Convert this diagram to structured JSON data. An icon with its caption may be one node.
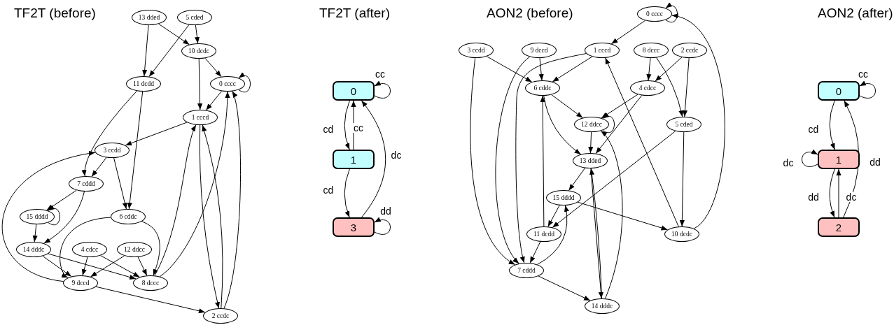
{
  "diagram": {
    "nodes": [
      {
        "text": [
          "13 dded"
        ]
      },
      {
        "text": [
          "5 cded"
        ]
      },
      {
        "text": [
          "10 dcdc"
        ]
      },
      {
        "text": [
          "11 dcdd"
        ]
      },
      {
        "text": [
          "0 cccc"
        ]
      },
      {
        "text": [
          "1 cccd"
        ]
      },
      {
        "text": [
          "3 ccdd"
        ]
      },
      {
        "text": [
          "7 cddd"
        ]
      },
      {
        "text": [
          "15 dddd"
        ]
      },
      {
        "text": [
          "6 cddc"
        ]
      },
      {
        "text": [
          "14 dddc"
        ]
      },
      {
        "text": [
          "4 cdcc"
        ]
      },
      {
        "text": [
          "12 ddcc"
        ]
      },
      {
        "text": [
          "9 dccd"
        ]
      },
      {
        "text": [
          "8 dccc"
        ]
      },
      {
        "text": [
          "2 ccdc"
        ]
      },
      {
        "text": [
          "0"
        ]
      },
      {
        "text": [
          "1"
        ]
      },
      {
        "text": [
          "3"
        ]
      },
      {
        "text": [
          "0 cccc"
        ]
      },
      {
        "text": [
          "3 ccdd"
        ]
      },
      {
        "text": [
          "9 dccd"
        ]
      },
      {
        "text": [
          "1 cccd"
        ]
      },
      {
        "text": [
          "8 dccc"
        ]
      },
      {
        "text": [
          "2 ccdc"
        ]
      },
      {
        "text": [
          "6 cddc"
        ]
      },
      {
        "text": [
          "4 cdcc"
        ]
      },
      {
        "text": [
          "12 ddcc"
        ]
      },
      {
        "text": [
          "5 cded"
        ]
      },
      {
        "text": [
          "13 dded"
        ]
      },
      {
        "text": [
          "15 dddd"
        ]
      },
      {
        "text": [
          "11 dcdd"
        ]
      },
      {
        "text": [
          "10 dcdc"
        ]
      },
      {
        "text": [
          "7 cddd"
        ]
      },
      {
        "text": [
          "14 dddc"
        ]
      },
      {
        "text": [
          "0"
        ]
      },
      {
        "text": [
          "1"
        ]
      },
      {
        "text": [
          "2"
        ]
      }
    ],
    "edges": [
      {
        "from": 0,
        "to": 3,
        "arrow": "to"
      },
      {
        "from": 0,
        "to": 2,
        "arrow": "to"
      },
      {
        "from": 1,
        "to": 2,
        "arrow": "to"
      },
      {
        "from": 1,
        "to": 3,
        "arrow": "to"
      },
      {
        "from": 2,
        "to": 5,
        "arrow": "to"
      },
      {
        "from": 2,
        "to": 4,
        "arrow": "to"
      },
      {
        "from": 4,
        "to": 4,
        "arrow": "to"
      },
      {
        "from": 4,
        "to": 5,
        "arrow": "to"
      },
      {
        "from": 5,
        "to": 6,
        "arrow": "to"
      },
      {
        "from": 3,
        "to": 7,
        "arrow": "to"
      },
      {
        "from": 3,
        "to": 9,
        "arrow": "to"
      },
      {
        "from": 6,
        "to": 7,
        "arrow": "to"
      },
      {
        "from": 6,
        "to": 9,
        "arrow": "to"
      },
      {
        "from": 7,
        "to": 8,
        "arrow": "to"
      },
      {
        "from": 7,
        "to": 10,
        "arrow": "to"
      },
      {
        "from": 8,
        "to": 8,
        "arrow": "to"
      },
      {
        "from": 8,
        "to": 10,
        "arrow": "to"
      },
      {
        "from": 9,
        "to": 13,
        "arrow": "to"
      },
      {
        "from": 9,
        "to": 14,
        "arrow": "to"
      },
      {
        "from": 10,
        "to": 13,
        "arrow": "to"
      },
      {
        "from": 10,
        "to": 14,
        "arrow": "to"
      },
      {
        "from": 11,
        "to": 13,
        "arrow": "to"
      },
      {
        "from": 11,
        "to": 14,
        "arrow": "to"
      },
      {
        "from": 12,
        "to": 13,
        "arrow": "to"
      },
      {
        "from": 12,
        "to": 14,
        "arrow": "to"
      },
      {
        "from": 13,
        "to": 15,
        "arrow": "to"
      },
      {
        "from": 13,
        "to": 6,
        "arrow": "to"
      },
      {
        "from": 14,
        "to": 5,
        "arrow": "to"
      },
      {
        "from": 14,
        "to": 4,
        "arrow": "to"
      },
      {
        "from": 5,
        "to": 15,
        "arrow": "to"
      },
      {
        "from": 15,
        "to": 5,
        "arrow": "to"
      },
      {
        "from": 15,
        "to": 4,
        "arrow": "to"
      },
      {
        "from": 16,
        "to": 16,
        "arrow": "to",
        "label": "cc"
      },
      {
        "from": 16,
        "to": 17,
        "arrow": "to",
        "label": "cd"
      },
      {
        "from": 17,
        "to": 16,
        "arrow": "to",
        "label": "cc"
      },
      {
        "from": 17,
        "to": 18,
        "arrow": "to",
        "label": "cd"
      },
      {
        "from": 18,
        "to": 16,
        "arrow": "to",
        "label": "dc"
      },
      {
        "from": 18,
        "to": 18,
        "arrow": "to",
        "label": "dd"
      },
      {
        "from": 19,
        "to": 19,
        "arrow": "to"
      },
      {
        "from": 19,
        "to": 22,
        "arrow": "to"
      },
      {
        "from": 20,
        "to": 25,
        "arrow": "to"
      },
      {
        "from": 21,
        "to": 25,
        "arrow": "to"
      },
      {
        "from": 22,
        "to": 25,
        "arrow": "to"
      },
      {
        "from": 23,
        "to": 26,
        "arrow": "to"
      },
      {
        "from": 23,
        "to": 28,
        "arrow": "to"
      },
      {
        "from": 24,
        "to": 26,
        "arrow": "to"
      },
      {
        "from": 24,
        "to": 28,
        "arrow": "to"
      },
      {
        "from": 25,
        "to": 27,
        "arrow": "to"
      },
      {
        "from": 25,
        "to": 29,
        "arrow": "to"
      },
      {
        "from": 26,
        "to": 27,
        "arrow": "to"
      },
      {
        "from": 26,
        "to": 29,
        "arrow": "to"
      },
      {
        "from": 27,
        "to": 27,
        "arrow": "to"
      },
      {
        "from": 27,
        "to": 29,
        "arrow": "to"
      },
      {
        "from": 28,
        "to": 31,
        "arrow": "to"
      },
      {
        "from": 28,
        "to": 32,
        "arrow": "to"
      },
      {
        "from": 29,
        "to": 30,
        "arrow": "to"
      },
      {
        "from": 29,
        "to": 34,
        "arrow": "to"
      },
      {
        "from": 34,
        "to": 29,
        "arrow": "to"
      },
      {
        "from": 34,
        "to": 27,
        "arrow": "to"
      },
      {
        "from": 30,
        "to": 31,
        "arrow": "to"
      },
      {
        "from": 30,
        "to": 32,
        "arrow": "to"
      },
      {
        "from": 31,
        "to": 33,
        "arrow": "to"
      },
      {
        "from": 31,
        "to": 25,
        "arrow": "to"
      },
      {
        "from": 33,
        "to": 30,
        "arrow": "to"
      },
      {
        "from": 33,
        "to": 34,
        "arrow": "to"
      },
      {
        "from": 20,
        "to": 33,
        "arrow": "to"
      },
      {
        "from": 21,
        "to": 33,
        "arrow": "to"
      },
      {
        "from": 22,
        "to": 33,
        "arrow": "to"
      },
      {
        "from": 32,
        "to": 22,
        "arrow": "to"
      },
      {
        "from": 32,
        "to": 19,
        "arrow": "to"
      },
      {
        "from": 35,
        "to": 35,
        "arrow": "to",
        "label": "cc"
      },
      {
        "from": 35,
        "to": 36,
        "arrow": "to",
        "label": "cd"
      },
      {
        "from": 36,
        "to": 36,
        "arrow": "to",
        "label": "dc"
      },
      {
        "from": 36,
        "to": 37,
        "arrow": "to",
        "label": "dd"
      },
      {
        "from": 37,
        "to": 36,
        "arrow": "to",
        "label": "dc"
      },
      {
        "from": 37,
        "to": 35,
        "arrow": "to",
        "label": "dd"
      }
    ],
    "labels": [
      "TF2T (before)",
      "TF2T (after)",
      "AON2 (before)",
      "AON2 (after)"
    ]
  }
}
